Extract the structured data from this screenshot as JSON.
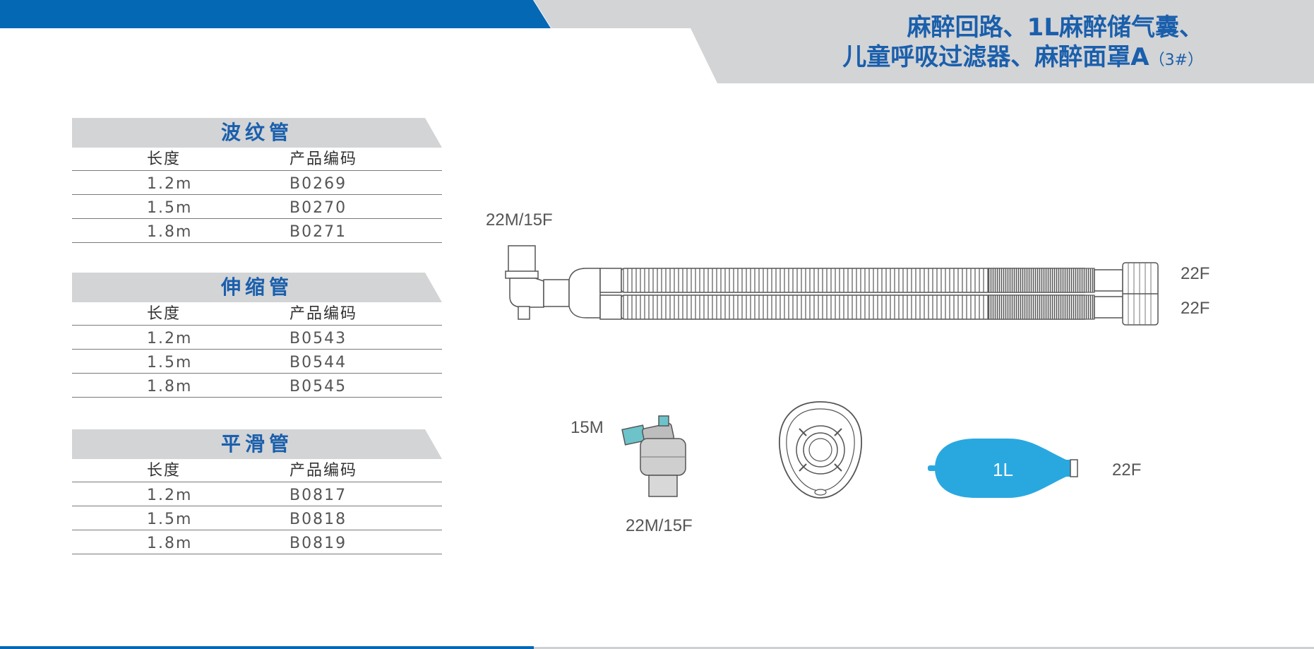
{
  "header": {
    "title_line1": "麻醉回路、1L麻醉储气囊、",
    "title_line2": "儿童呼吸过滤器、麻醉面罩A",
    "title_suffix": "（3#）"
  },
  "tables": [
    {
      "title": "波纹管",
      "col1": "长度",
      "col2": "产品编码",
      "rows": [
        {
          "length": "1.2m",
          "code": "B0269"
        },
        {
          "length": "1.5m",
          "code": "B0270"
        },
        {
          "length": "1.8m",
          "code": "B0271"
        }
      ]
    },
    {
      "title": "伸缩管",
      "col1": "长度",
      "col2": "产品编码",
      "rows": [
        {
          "length": "1.2m",
          "code": "B0543"
        },
        {
          "length": "1.5m",
          "code": "B0544"
        },
        {
          "length": "1.8m",
          "code": "B0545"
        }
      ]
    },
    {
      "title": "平滑管",
      "col1": "长度",
      "col2": "产品编码",
      "rows": [
        {
          "length": "1.2m",
          "code": "B0817"
        },
        {
          "length": "1.5m",
          "code": "B0818"
        },
        {
          "length": "1.8m",
          "code": "B0819"
        }
      ]
    }
  ],
  "labels": {
    "circuit_connector": "22M/15F",
    "circuit_end_top": "22F",
    "circuit_end_bottom": "22F",
    "filter_top": "15M",
    "filter_bottom": "22M/15F",
    "bag_volume": "1L",
    "bag_end": "22F"
  },
  "colors": {
    "brand_blue": "#0568b5",
    "title_blue": "#1a5fac",
    "band_grey": "#d3d4d6",
    "bag_blue": "#29a8e0",
    "filter_teal": "#6cc3c9"
  }
}
